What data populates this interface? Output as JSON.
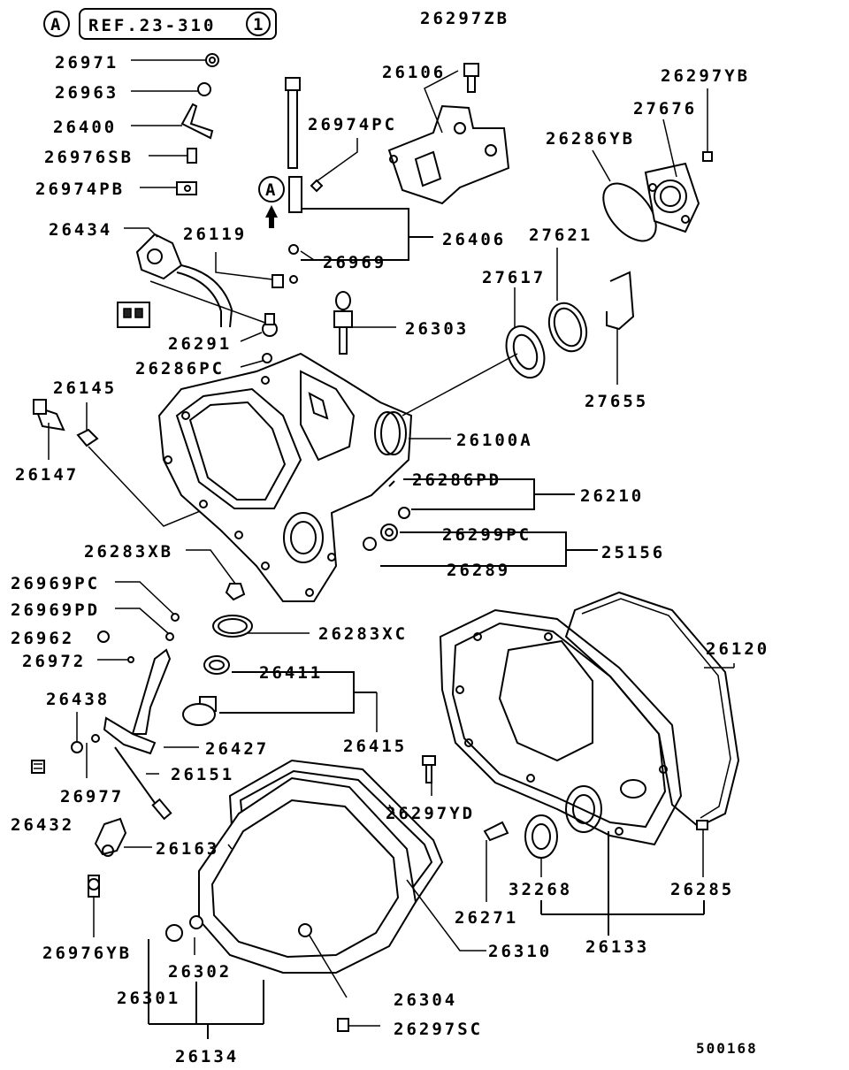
{
  "ref_badge": {
    "marker": "A",
    "text": "REF.23-310",
    "circled": "1"
  },
  "arrow_marker": "A",
  "diagram_id": "500168",
  "labels": {
    "p26297ZB": "26297ZB",
    "p26971": "26971",
    "p26106": "26106",
    "p26297YB": "26297YB",
    "p26963": "26963",
    "p27676": "27676",
    "p26400": "26400",
    "p26974PC": "26974PC",
    "p26286YB": "26286YB",
    "p26976SB": "26976SB",
    "p26974PB": "26974PB",
    "p26434": "26434",
    "p26119": "26119",
    "p26406": "26406",
    "p27621": "27621",
    "p26969": "26969",
    "p27617": "27617",
    "p26303": "26303",
    "p26291": "26291",
    "p26286PC": "26286PC",
    "p26145": "26145",
    "p27655": "27655",
    "p26100A": "26100A",
    "p26147": "26147",
    "p26286PD": "26286PD",
    "p26210": "26210",
    "p26299PC": "26299PC",
    "p26283XB": "26283XB",
    "p25156": "25156",
    "p26289": "26289",
    "p26969PC": "26969PC",
    "p26969PD": "26969PD",
    "p26283XC": "26283XC",
    "p26962": "26962",
    "p26120": "26120",
    "p26972": "26972",
    "p26411": "26411",
    "p26438": "26438",
    "p26415": "26415",
    "p26427": "26427",
    "p26151": "26151",
    "p26977": "26977",
    "p26297YD": "26297YD",
    "p26432": "26432",
    "p26163": "26163",
    "p32268": "32268",
    "p26285": "26285",
    "p26271": "26271",
    "p26976YB": "26976YB",
    "p26310": "26310",
    "p26133": "26133",
    "p26302": "26302",
    "p26301": "26301",
    "p26304": "26304",
    "p26297SC": "26297SC",
    "p26134": "26134"
  }
}
